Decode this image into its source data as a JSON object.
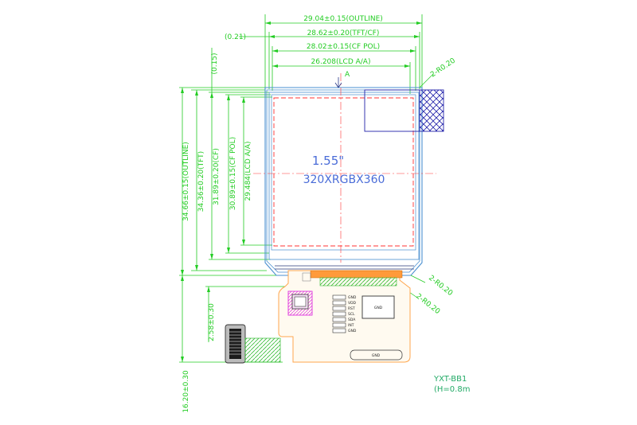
{
  "dimensions": {
    "top": {
      "outline": "29.04±0.15(OUTLINE)",
      "tft_cf": "28.62±0.20(TFT/CF)",
      "cf_pol": "28.02±0.15(CF POL)",
      "lcd_aa": "26.208(LCD A/A)",
      "offset": "(0.21)",
      "section": "A"
    },
    "left": {
      "outline": "34.66±0.15(OUTLINE)",
      "tft": "34.36±0.20(TFT)",
      "cf": "31.89±0.20(CF)",
      "cf_pol": "30.89±0.15(CF POL)",
      "lcd_aa": "29.484(LCD A/A)",
      "offset": "(0.15)",
      "fpc_total": "16.20±0.30",
      "fpc_offset": "2.58±0.30"
    },
    "radius": {
      "top_right": "2-R0.20",
      "bottom_1": "2-R0.20",
      "bottom_2": "2-R0.20"
    }
  },
  "panel": {
    "size": "1.55\"",
    "resolution": "320XRGBX360"
  },
  "fpc": {
    "pins": [
      "GND",
      "VDD",
      "RST",
      "SCL",
      "SDA",
      "INT",
      "GND"
    ],
    "pad_label": "GND",
    "pad_label_2": "GND"
  },
  "model": {
    "name": "YXT-BB1",
    "height": "(H=0.8m"
  },
  "colors": {
    "dimension": "#22cc22",
    "outline": "#4a8fd0",
    "aa_dashed": "#ff3333",
    "centerline": "#ff3333",
    "fpc": "#ffa64d",
    "hatch": "#2222aa",
    "label": "#4a6cd8"
  }
}
